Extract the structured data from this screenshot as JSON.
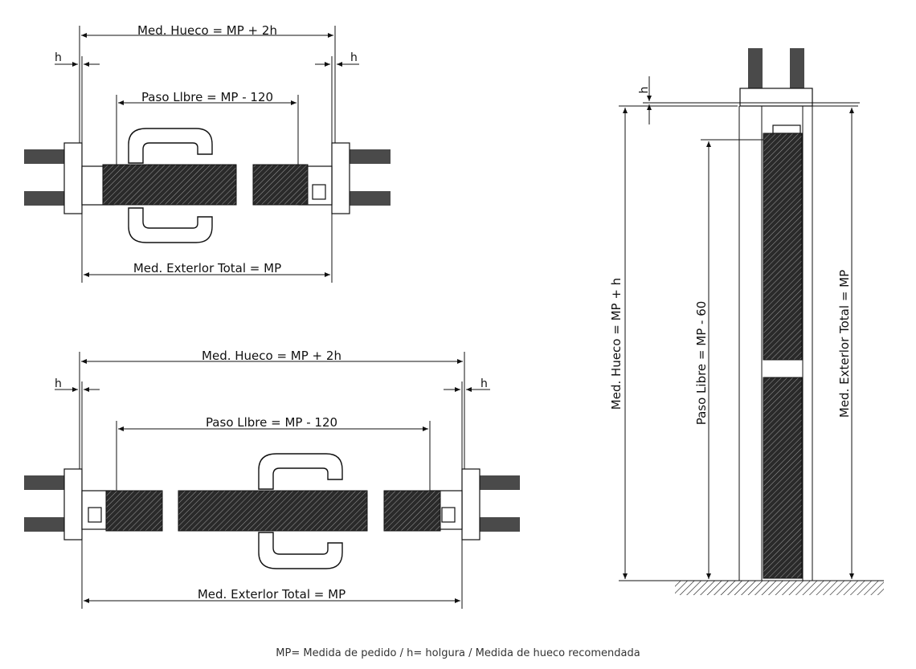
{
  "diagram1": {
    "hueco": "Med. Hueco = MP + 2h",
    "paso": "Paso Llbre = MP - 120",
    "exterior": "Med. Exterlor Total = MP",
    "h_left": "h",
    "h_right": "h"
  },
  "diagram2": {
    "hueco": "Med. Hueco = MP + 2h",
    "paso": "Paso Llbre = MP - 120",
    "exterior": "Med. Exterlor Total = MP",
    "h_left": "h",
    "h_right": "h"
  },
  "section": {
    "hueco": "Med. Hueco = MP + h",
    "paso": "Paso Libre = MP - 60",
    "exterior": "Med. Exterlor Total = MP",
    "h": "h"
  },
  "caption": "MP= Medida de pedido / h= holgura / Medida de hueco recomendada"
}
